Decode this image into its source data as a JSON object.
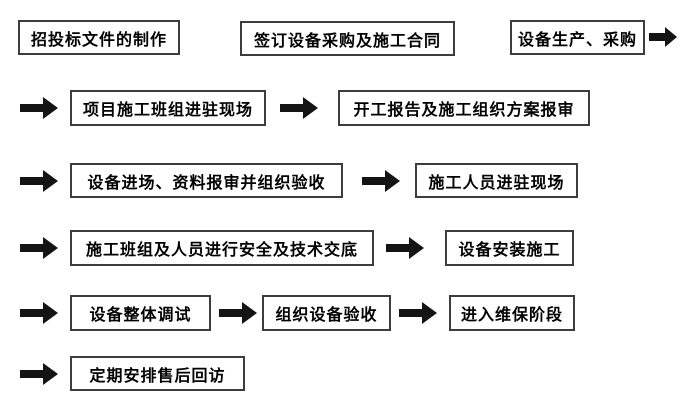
{
  "diagram": {
    "type": "flowchart",
    "background_color": "#ffffff",
    "box_border_color": "#3d3d3d",
    "arrow_color": "#141414",
    "text_color": "#000000",
    "boxes": [
      {
        "label": "招投标文件的制作"
      },
      {
        "label": "签订设备采购及施工合同"
      },
      {
        "label": "设备生产、采购"
      },
      {
        "label": "项目施工班组进驻现场"
      },
      {
        "label": "开工报告及施工组织方案报审"
      },
      {
        "label": "设备进场、资料报审并组织验收"
      },
      {
        "label": "施工人员进驻现场"
      },
      {
        "label": "施工班组及人员进行安全及技术交底"
      },
      {
        "label": "设备安装施工"
      },
      {
        "label": "设备整体调试"
      },
      {
        "label": "组织设备验收"
      },
      {
        "label": "进入维保阶段"
      },
      {
        "label": "定期安排售后回访"
      }
    ],
    "flow_order": [
      "招投标文件的制作",
      "签订设备采购及施工合同",
      "设备生产、采购",
      "项目施工班组进驻现场",
      "开工报告及施工组织方案报审",
      "设备进场、资料报审并组织验收",
      "施工人员进驻现场",
      "施工班组及人员进行安全及技术交底",
      "设备安装施工",
      "设备整体调试",
      "组织设备验收",
      "进入维保阶段",
      "定期安排售后回访"
    ]
  }
}
